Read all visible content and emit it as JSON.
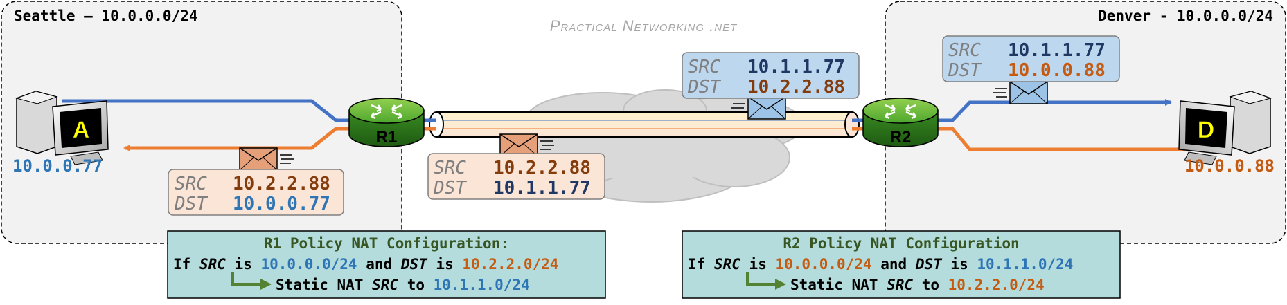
{
  "brand": {
    "text": "Practical Networking .net"
  },
  "sites": {
    "seattle": {
      "label": "Seattle – 10.0.0.0/24"
    },
    "denver": {
      "label": "Denver - 10.0.0.0/24"
    }
  },
  "hosts": {
    "a": {
      "letter": "A",
      "ip": "10.0.0.77"
    },
    "d": {
      "letter": "D",
      "ip": "10.0.0.88"
    }
  },
  "routers": {
    "r1": "R1",
    "r2": "R2"
  },
  "packets": {
    "seattle_return": {
      "src_label": "SRC",
      "src": "10.2.2.88",
      "dst_label": "DST",
      "dst": "10.0.0.77"
    },
    "tunnel_forward": {
      "src_label": "SRC",
      "src": "10.1.1.77",
      "dst_label": "DST",
      "dst": "10.2.2.88"
    },
    "tunnel_return": {
      "src_label": "SRC",
      "src": "10.2.2.88",
      "dst_label": "DST",
      "dst": "10.1.1.77"
    },
    "denver_forward": {
      "src_label": "SRC",
      "src": "10.1.1.77",
      "dst_label": "DST",
      "dst": "10.0.0.88"
    }
  },
  "configs": {
    "r1": {
      "title": "R1 Policy NAT Configuration:",
      "if_word": "If",
      "src_word": "SRC",
      "is1": "is",
      "src_net": "10.0.0.0/24",
      "and_word": "and",
      "dst_word": "DST",
      "is2": "is",
      "dst_net": "10.2.2.0/24",
      "action": "Static NAT",
      "action_src": "SRC",
      "to_word": "to",
      "target": "10.1.1.0/24"
    },
    "r2": {
      "title": "R2 Policy NAT Configuration",
      "if_word": "If",
      "src_word": "SRC",
      "is1": "is",
      "src_net": "10.0.0.0/24",
      "and_word": "and",
      "dst_word": "DST",
      "is2": "is",
      "dst_net": "10.1.1.0/24",
      "action": "Static NAT",
      "action_src": "SRC",
      "to_word": "to",
      "target": "10.2.2.0/24"
    }
  },
  "colors": {
    "blue_flow": "#4472c4",
    "orange_flow": "#ed7d31",
    "ip_blue": "#2e75b6",
    "ip_orange": "#c55a11",
    "ip_dark_blue": "#1f3864",
    "ip_brown": "#843c0c",
    "config_green": "#375623",
    "router_green": "#4ea72e",
    "config_bg": "#b4dcdc"
  }
}
